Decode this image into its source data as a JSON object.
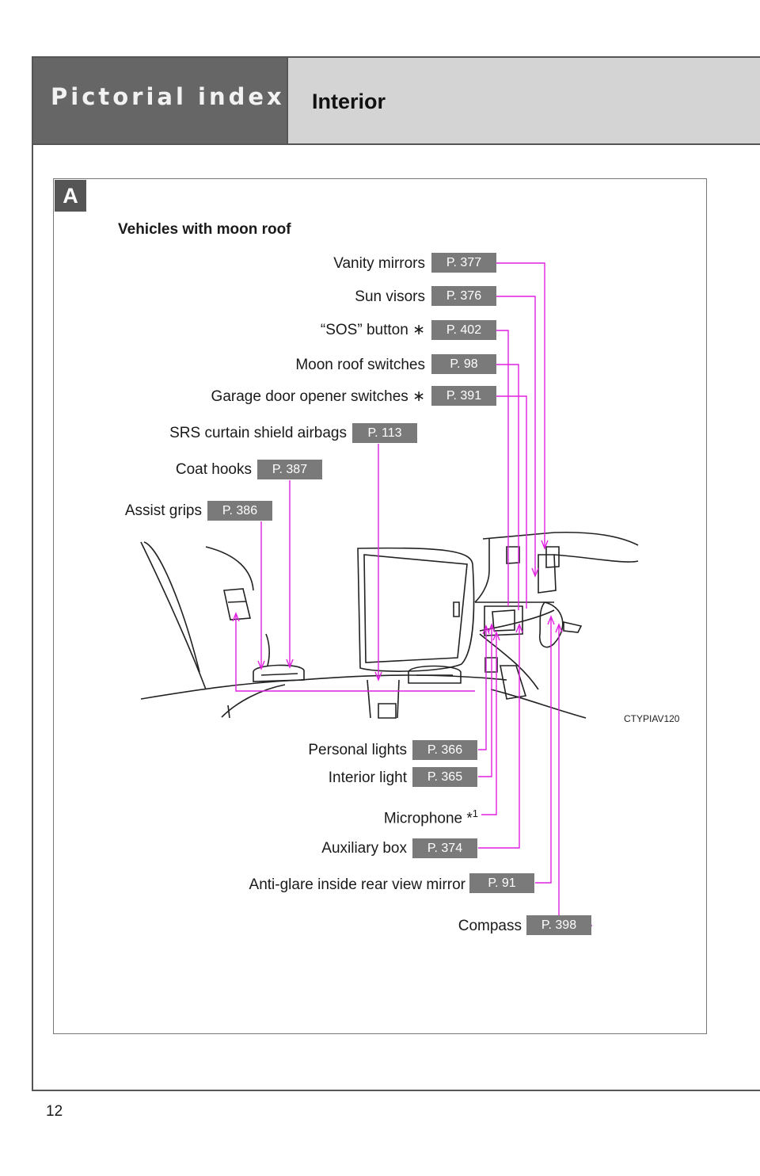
{
  "header": {
    "section": "Pictorial index",
    "title": "Interior"
  },
  "panel": {
    "badge": "A",
    "subtitle": "Vehicles with moon roof",
    "image_code": "CTYPIAV120"
  },
  "callouts_top": [
    {
      "label": "Vanity mirrors",
      "ref": "P. 377"
    },
    {
      "label": "Sun visors",
      "ref": "P. 376"
    },
    {
      "label": "“SOS” button ∗",
      "ref": "P. 402"
    },
    {
      "label": "Moon roof switches",
      "ref": "P. 98"
    },
    {
      "label": "Garage door opener switches ∗",
      "ref": "P. 391"
    },
    {
      "label": "SRS curtain shield airbags",
      "ref": "P. 113"
    },
    {
      "label": "Coat hooks",
      "ref": "P. 387"
    },
    {
      "label": "Assist grips",
      "ref": "P. 386"
    }
  ],
  "callouts_bottom": [
    {
      "label": "Personal lights",
      "ref": "P. 366"
    },
    {
      "label": "Interior light",
      "ref": "P. 365"
    },
    {
      "label": "Microphone *",
      "sup": "1"
    },
    {
      "label": "Auxiliary box",
      "ref": "P. 374"
    },
    {
      "label": "Anti-glare inside rear view mirror",
      "ref": "P. 91"
    },
    {
      "label": "Compass",
      "ref": "P. 398"
    }
  ],
  "colors": {
    "leader_line": "#e020e0",
    "ref_box": "#7a7a7a",
    "header_dark": "#666666",
    "header_light": "#d4d4d4"
  },
  "page_number": "12"
}
